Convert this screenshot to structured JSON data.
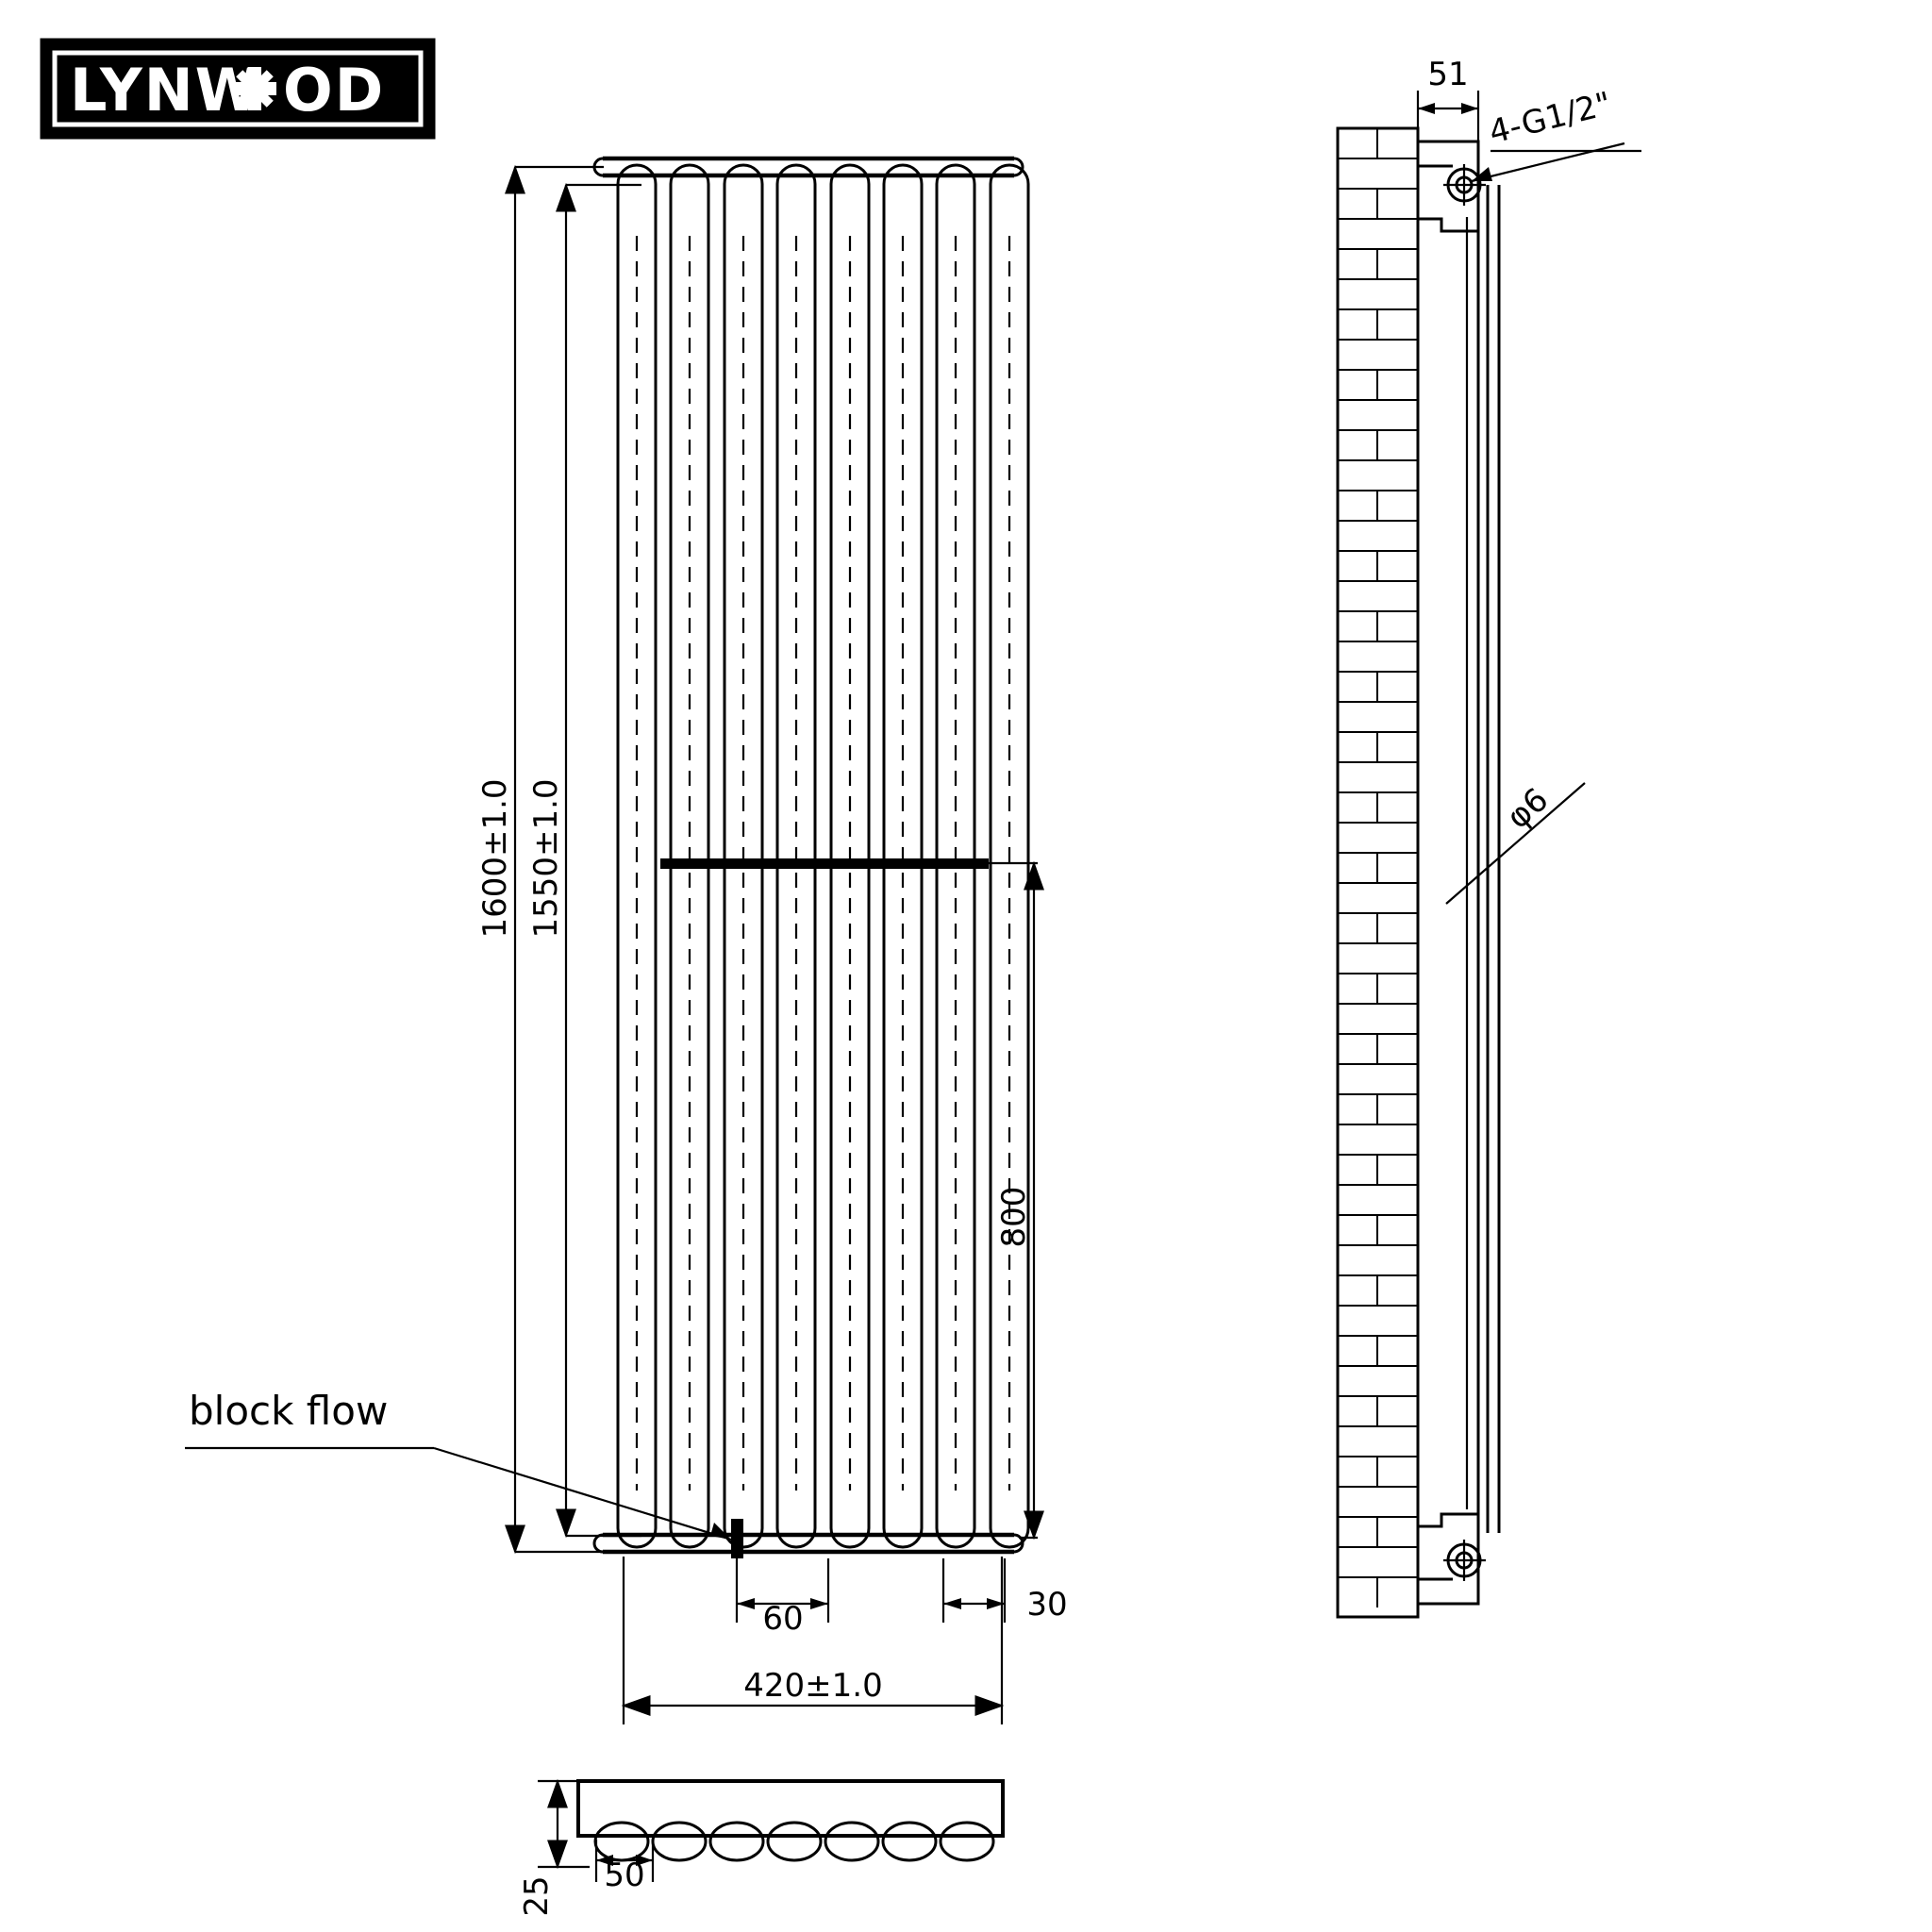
{
  "logo": {
    "text_left": "LYNW",
    "text_right": "OD",
    "icon": "union-jack-asterisk"
  },
  "drawing": {
    "title": "radiator-technical-drawing",
    "views": {
      "front": "front-elevation",
      "side": "side-elevation-wall-mounted",
      "top": "top-section-profile"
    },
    "annotations": {
      "block_flow": "block  flow",
      "thread_spec": "4-G1/2\"",
      "hole_dia": "φ6"
    },
    "dimensions": {
      "overall_height": "1600±1.0",
      "center_height": "1550±1.0",
      "bracket_drop": "800",
      "side_depth": "51",
      "tube_pitch": "60",
      "edge_offset": "30",
      "overall_width": "420±1.0",
      "profile_width": "50",
      "profile_depth": "25"
    }
  },
  "colors": {
    "line": "#000000",
    "background": "#ffffff"
  }
}
